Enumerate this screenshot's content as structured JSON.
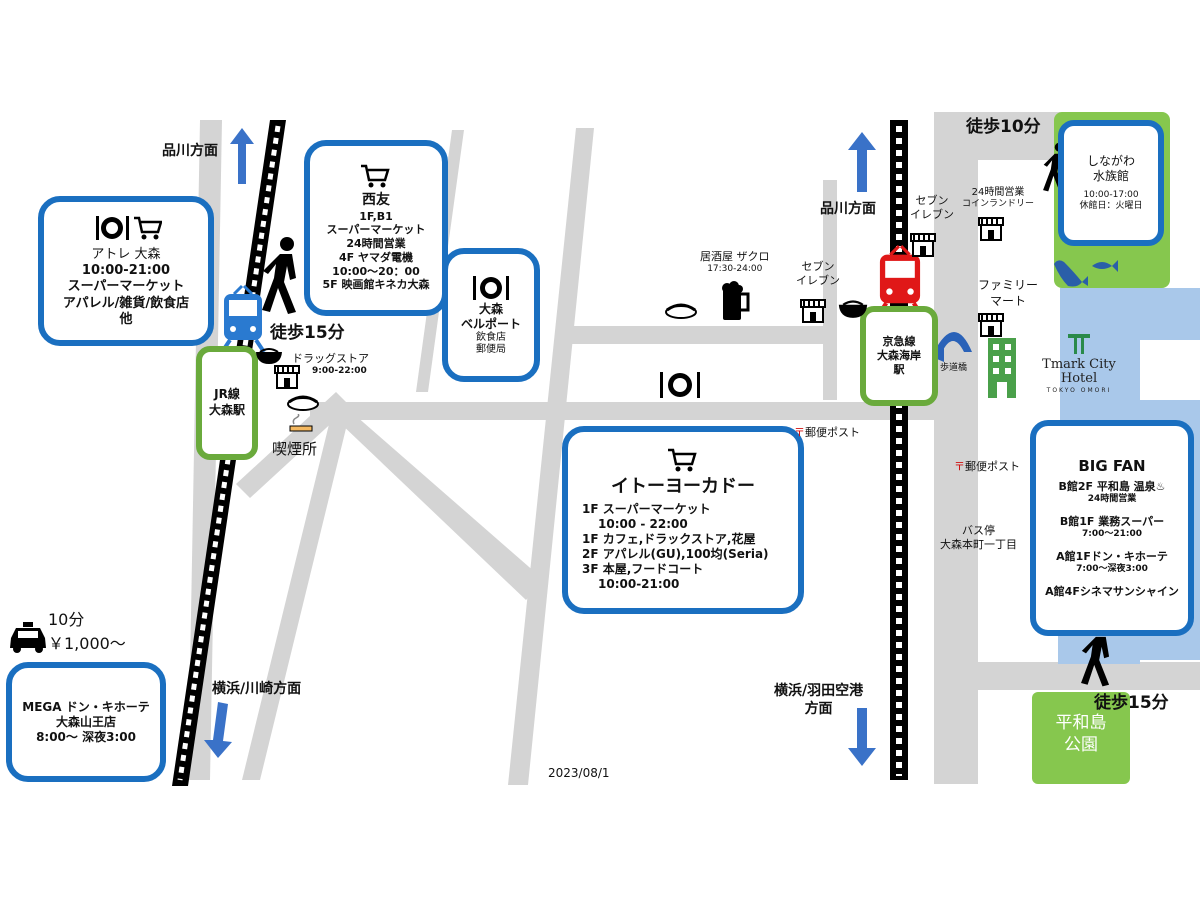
{
  "directions": {
    "shinagawa_left": "品川方面",
    "shinagawa_right": "品川方面",
    "yokohama_kawasaki": "横浜/川崎方面",
    "yokohama_haneda_1": "横浜/羽田空港",
    "yokohama_haneda_2": "方面"
  },
  "walk": {
    "left": "徒歩15分",
    "top_right": "徒歩10分",
    "bottom_right": "徒歩15分"
  },
  "taxi": {
    "time": "10分",
    "fare": "￥1,000～"
  },
  "stations": {
    "jr": [
      "JR線",
      "大森駅"
    ],
    "keikyu": [
      "京急線",
      "大森海岸",
      "駅"
    ]
  },
  "shops": {
    "atre": [
      "アトレ 大森",
      "10:00-21:00",
      "スーパーマーケット",
      "アパレル/雑貨/飲食店",
      "他"
    ],
    "seiyu": [
      "西友",
      "1F,B1",
      "スーパーマーケット",
      "24時間営業",
      "4F ヤマダ電機",
      "10:00～20：00",
      "5F 映画館キネカ大森"
    ],
    "bellport": [
      "大森",
      "ベルポート",
      "飲食店",
      "郵便局"
    ],
    "itoyokado_title": "イトーヨーカドー",
    "itoyokado": [
      "1F スーパーマーケット",
      "10:00 - 22:00",
      "1F カフェ,ドラックストア,花屋",
      "2F アパレル(GU),100均(Seria)",
      "3F 本屋,フードコート",
      "10:00-21:00"
    ],
    "mega_donki": [
      "MEGA ドン・キホーテ",
      "大森山王店",
      "8:00～ 深夜3:00"
    ],
    "aquarium": [
      "しながわ",
      "水族館",
      "10:00-17:00",
      "休館日：火曜日"
    ],
    "bigfan_title": "BIG FAN",
    "bigfan": [
      "B館2F 平和島 温泉♨",
      "24時間営業",
      "B館1F 業務スーパー",
      "7:00～21:00",
      "A館1Fドン・キホーテ",
      "7:00～深夜3:00",
      "A館4Fシネマサンシャイン"
    ]
  },
  "labels": {
    "drugstore": "ドラッグストア",
    "drugstore_hours": "9:00-22:00",
    "smoking": "喫煙所",
    "izakaya": "居酒屋 ザクロ",
    "izakaya_hours": "17:30-24:00",
    "seven_1a": "セブン",
    "seven_1b": "イレブン",
    "seven_2a": "セブン",
    "seven_2b": "イレブン",
    "laundry_1": "24時間営業",
    "laundry_2": "コインランドリー",
    "family_1": "ファミリー",
    "family_2": "マート",
    "footbridge": "歩道橋",
    "postbox_1": "郵便ポスト",
    "postbox_2": "郵便ポスト",
    "bus_1": "バス停",
    "bus_2": "大森本町一丁目",
    "park_1": "平和島",
    "park_2": "公園",
    "hotel_name": "Tmark City Hotel",
    "hotel_sub": "TOKYO OMORI",
    "date": "2023/08/1"
  },
  "colors": {
    "road": "#d4d4d4",
    "box_border": "#1a6fc0",
    "station_border": "#6aaa3c",
    "arrow": "#3a72c8",
    "green_area": "#86c74e",
    "water": "#a9c8ea",
    "jr_train": "#2a7ad0",
    "keikyu_train": "#e01818"
  }
}
